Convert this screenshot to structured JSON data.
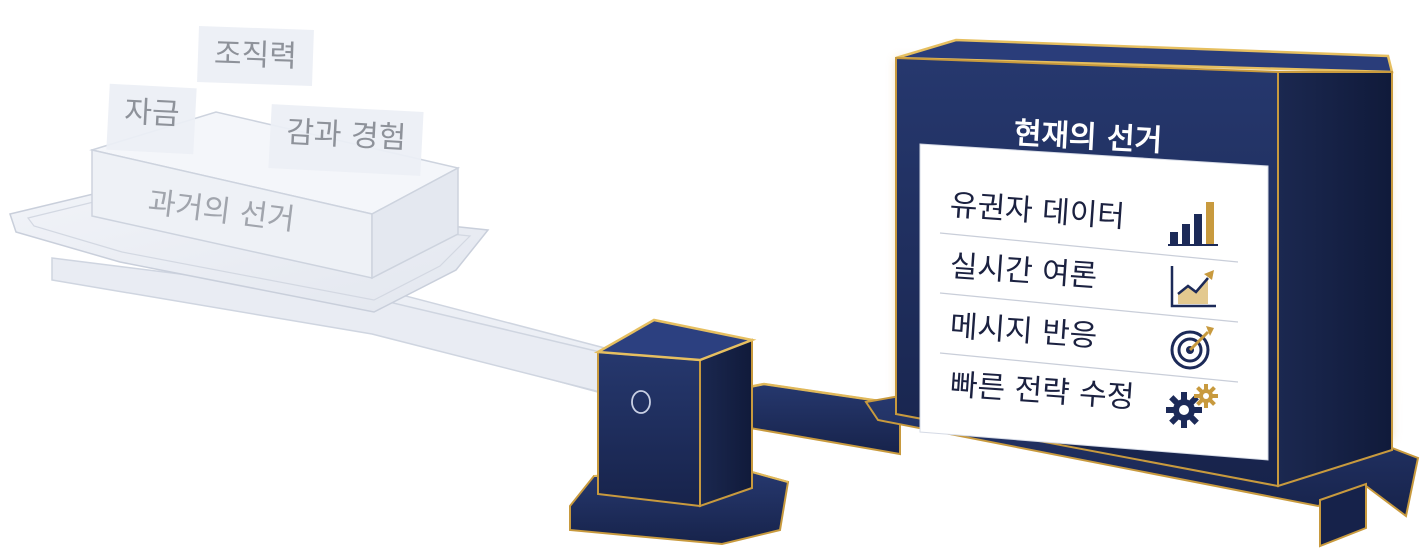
{
  "past_election": {
    "title": "과거의 선거",
    "labels": [
      "조직력",
      "자금",
      "감과 경험"
    ]
  },
  "present_election": {
    "title": "현재의 선거",
    "items": [
      {
        "label": "유권자 데이터",
        "icon": "bar-chart-icon"
      },
      {
        "label": "실시간 여론",
        "icon": "growth-chart-icon"
      },
      {
        "label": "메시지 반응",
        "icon": "target-icon"
      },
      {
        "label": "빠른 전략 수정",
        "icon": "gears-icon"
      }
    ]
  },
  "colors": {
    "navy": "#1c2a58",
    "gold": "#c89a3e",
    "ghost": "#eef0f5",
    "text_dark": "#1b2140"
  }
}
